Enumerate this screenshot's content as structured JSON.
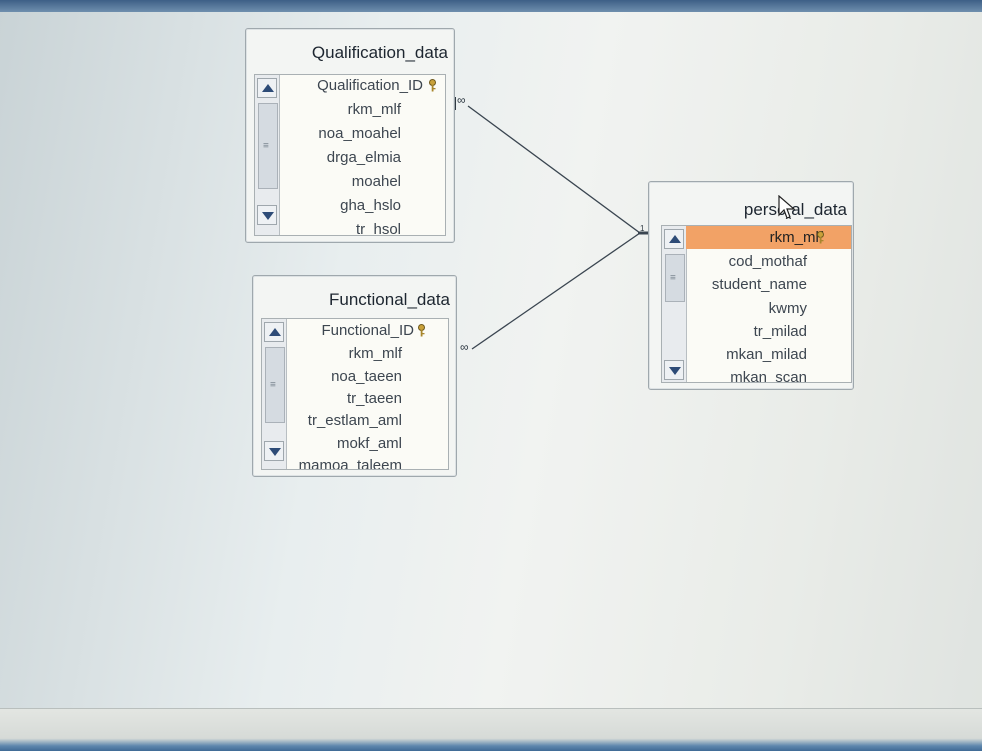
{
  "tables": {
    "qualification": {
      "title": "Qualification_data",
      "fields": [
        "Qualification_ID",
        "rkm_mlf",
        "noa_moahel",
        "drga_elmia",
        "moahel",
        "gha_hslo",
        "tr_hsol"
      ]
    },
    "functional": {
      "title": "Functional_data",
      "fields": [
        "Functional_ID",
        "rkm_mlf",
        "noa_taeen",
        "tr_taeen",
        "tr_estlam_aml",
        "mokf_aml",
        "mamoa_taleem"
      ]
    },
    "personal": {
      "title": "persc‸al_data",
      "fields": [
        "rkm_mlf",
        "cod_mothaf",
        "student_name",
        "kwmy",
        "tr_milad",
        "mkan_milad",
        "mkan_scan"
      ]
    }
  },
  "relationships": {
    "many_symbol": "∞",
    "one_symbol": "1"
  },
  "colors": {
    "selected_field": "#f2a266",
    "relation_line": "#3a4550"
  },
  "icons": {
    "primary_key": "key-icon",
    "scroll_up": "up-arrow-icon",
    "scroll_down": "down-arrow-icon",
    "cursor": "mouse-pointer-icon"
  }
}
